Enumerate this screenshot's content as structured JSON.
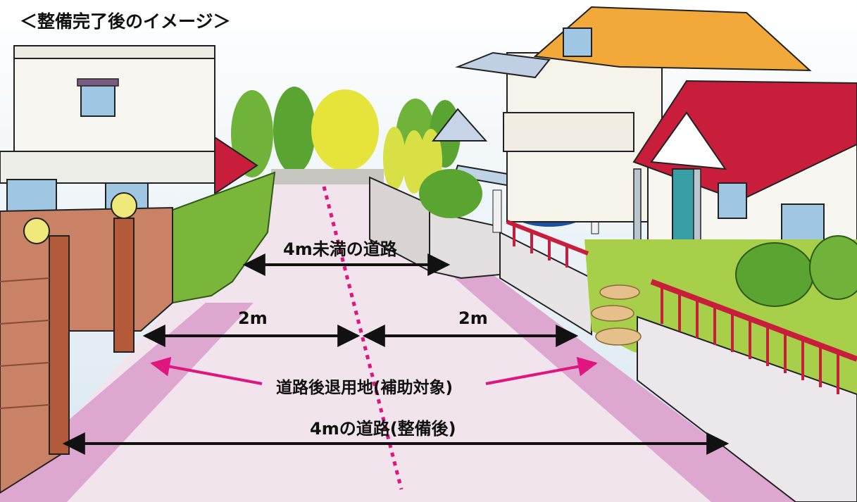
{
  "diagram": {
    "title": "＜整備完了後のイメージ＞",
    "labels": {
      "narrow_road": "4m未満の道路",
      "half_width_left": "2m",
      "half_width_right": "2m",
      "setback_land": "道路後退用地(補助対象)",
      "road_after": "4mの道路(整備後)"
    },
    "colors": {
      "road": "#f2e4ec",
      "setback_strip": "#dea7d0",
      "center_line": "#e0157f",
      "pointer_arrow": "#e0157f",
      "dimension_arrow": "#111111",
      "sky": "#dfeaf2",
      "hedge": "#7ab63a",
      "roof_red": "#c81e3c",
      "roof_orange": "#f3a83a",
      "brick_wall": "#c98266"
    }
  }
}
